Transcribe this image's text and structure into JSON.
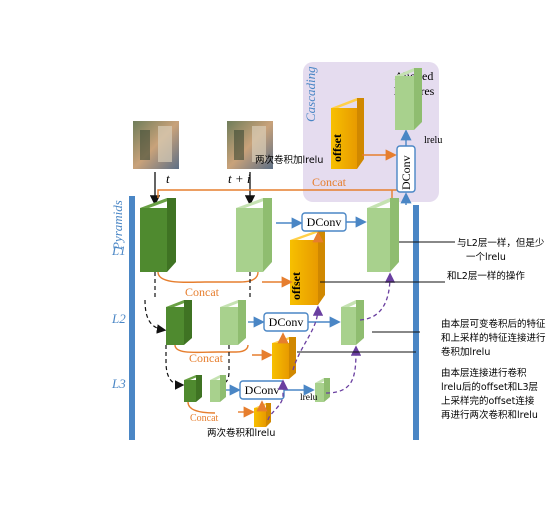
{
  "title": "",
  "pyramid_label": "Pyramids",
  "cascading_label": "Cascading",
  "aligned_features": [
    "Aligned",
    "Features"
  ],
  "frame_labels": {
    "t": "t",
    "t_plus_i": "t + i"
  },
  "levels": {
    "l1": "L1",
    "l2": "L2",
    "l3": "L3"
  },
  "blocks": {
    "offset": "offset",
    "dconv": "DConv",
    "concat": "Concat",
    "lrelu": "lrelu"
  },
  "annotations": {
    "conv_twice_top": "两次卷积加lrelu",
    "conv_twice_bottom": "两次卷积和lrelu",
    "l1_note": [
      "与L2层一样，但是少",
      "一个lrelu"
    ],
    "l1_offset_note": "和L2层一样的操作",
    "l2_note": [
      "由本层可变卷积后的特征",
      "和上采样的特征连接进行",
      "卷积加lrelu"
    ],
    "l3_note": [
      "由本层连接进行卷积",
      "lrelu后的offset和L3层",
      "上采样完的offset连接",
      "再进行两次卷积和lrelu"
    ]
  },
  "colors": {
    "dark_green": "#4f8a2f",
    "light_green": "#a8d18d",
    "orange": "#f2a900",
    "blue_arrow": "#4a86c5",
    "purple_dash": "#6a3fa0",
    "cascade_bg": "#e5dcef",
    "concat_orange": "#e67e2e"
  }
}
